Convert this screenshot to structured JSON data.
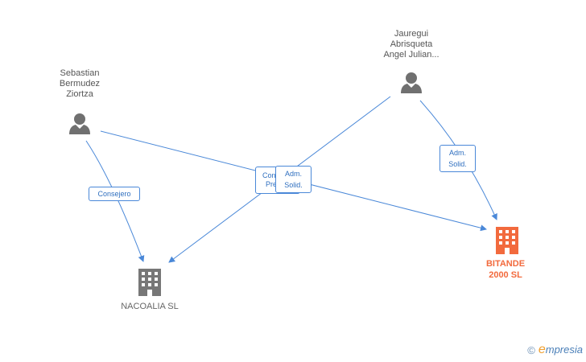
{
  "persons": [
    {
      "id": "p1",
      "name_lines": [
        "Sebastian",
        "Bermudez",
        "Ziortza"
      ]
    },
    {
      "id": "p2",
      "name_lines": [
        "Jauregui",
        "Abrisqueta",
        "Angel Julian..."
      ]
    }
  ],
  "companies": [
    {
      "id": "c1",
      "name_lines": [
        "NACOALIA SL"
      ],
      "color": "#777777",
      "bold": false
    },
    {
      "id": "c2",
      "name_lines": [
        "BITANDE",
        "2000 SL"
      ],
      "color": "#f26a3d",
      "bold": true
    }
  ],
  "edges": [
    {
      "id": "e1",
      "label_lines": [
        "Consejero"
      ]
    },
    {
      "id": "e2",
      "label_lines": [
        "Consejero",
        "Pres."
      ]
    },
    {
      "id": "e3",
      "label_lines": [
        "Adm.",
        "Solid."
      ]
    },
    {
      "id": "e4",
      "label_lines": [
        "Adm.",
        "Solid."
      ]
    }
  ],
  "watermark": {
    "copyright": "©",
    "brand_e": "e",
    "brand_rest": "mpresia"
  },
  "colors": {
    "edge": "#4a88d8",
    "person": "#707070",
    "company_main": "#f26a3d",
    "company_other": "#777777"
  }
}
